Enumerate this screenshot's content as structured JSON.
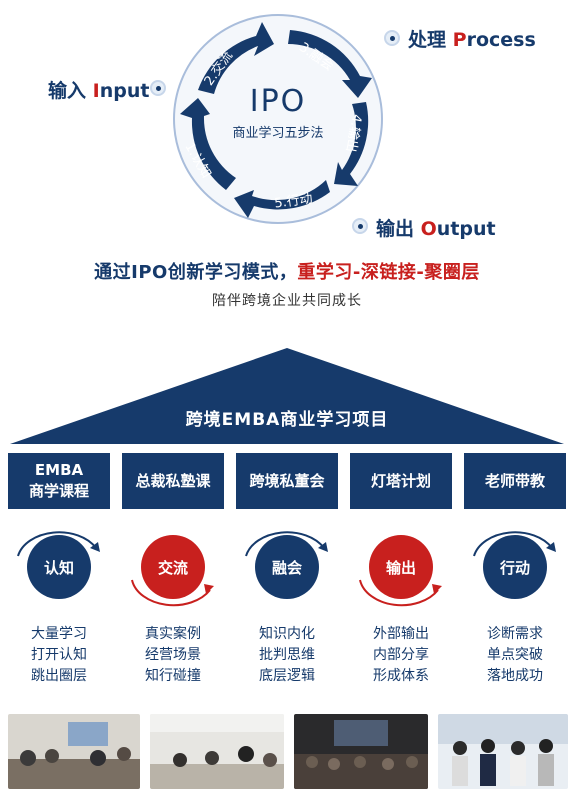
{
  "ipo": {
    "title": "IPO",
    "subtitle": "商业学习五步法",
    "steps": [
      "1.认知",
      "2.交流",
      "3.融会",
      "4.输出",
      "5.行动"
    ],
    "input": {
      "zh": "输入",
      "en_first": "I",
      "en_rest": "nput"
    },
    "process": {
      "zh": "处理",
      "en_first": "P",
      "en_rest": "rocess"
    },
    "output": {
      "zh": "输出",
      "en_first": "O",
      "en_rest": "utput"
    }
  },
  "headline": {
    "prefix": "通过IPO创新学习模式，",
    "highlight": "重学习-深链接-聚圈层"
  },
  "subline": "陪伴跨境企业共同成长",
  "project": {
    "title": "跨境EMBA商业学习项目",
    "pillars": [
      {
        "line1": "EMBA",
        "line2": "商学课程"
      },
      {
        "line1": "总裁私塾课",
        "line2": ""
      },
      {
        "line1": "跨境私董会",
        "line2": ""
      },
      {
        "line1": "灯塔计划",
        "line2": ""
      },
      {
        "line1": "老师带教",
        "line2": ""
      }
    ]
  },
  "stages": [
    {
      "label": "认知",
      "items": [
        "大量学习",
        "打开认知",
        "跳出圈层"
      ]
    },
    {
      "label": "交流",
      "items": [
        "真实案例",
        "经营场景",
        "知行碰撞"
      ]
    },
    {
      "label": "融会",
      "items": [
        "知识内化",
        "批判思维",
        "底层逻辑"
      ]
    },
    {
      "label": "输出",
      "items": [
        "外部输出",
        "内部分享",
        "形成体系"
      ]
    },
    {
      "label": "行动",
      "items": [
        "诊断需求",
        "单点突破",
        "落地成功"
      ]
    }
  ],
  "colors": {
    "navy": "#163a6b",
    "red": "#c8201e"
  }
}
